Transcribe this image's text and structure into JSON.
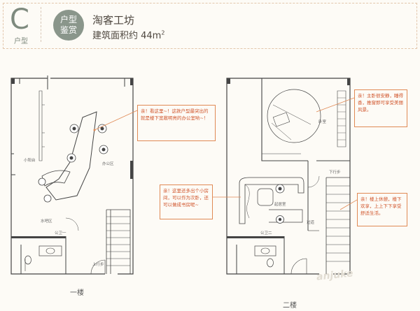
{
  "header": {
    "unit_letter": "C",
    "unit_type": "户型",
    "badge_line1": "户型",
    "badge_line2": "鉴赏",
    "plan_name": "淘客工坊",
    "area_label": "建筑面积约 44m",
    "area_sup": "2"
  },
  "floor1": {
    "label": "一楼",
    "note": "亲！看这里~！这款户型最突出的就是楼下宽敞明亮的办公室哟~！",
    "rooms": {
      "balcony": "小阳台",
      "office": "办公区",
      "bar": "水吧区",
      "wc": "公卫一",
      "stairs_up": "上行步"
    }
  },
  "floor2": {
    "label": "二楼",
    "note_top": "亲！主卧很安静，睡得香，推窗即可享受美丽风景。",
    "note_mid": "亲！这里还多出个小房间，可以作为次卧，还可以做成书房呢~",
    "note_bottom": "亲！楼上休憩，楼下欢享，上上下下享受舒适生活。",
    "rooms": {
      "bedroom": "卧室",
      "stairs_down": "下行步",
      "living": "起居室",
      "corridor": "过道",
      "wc": "公卫二"
    }
  },
  "watermark": "anjuke"
}
